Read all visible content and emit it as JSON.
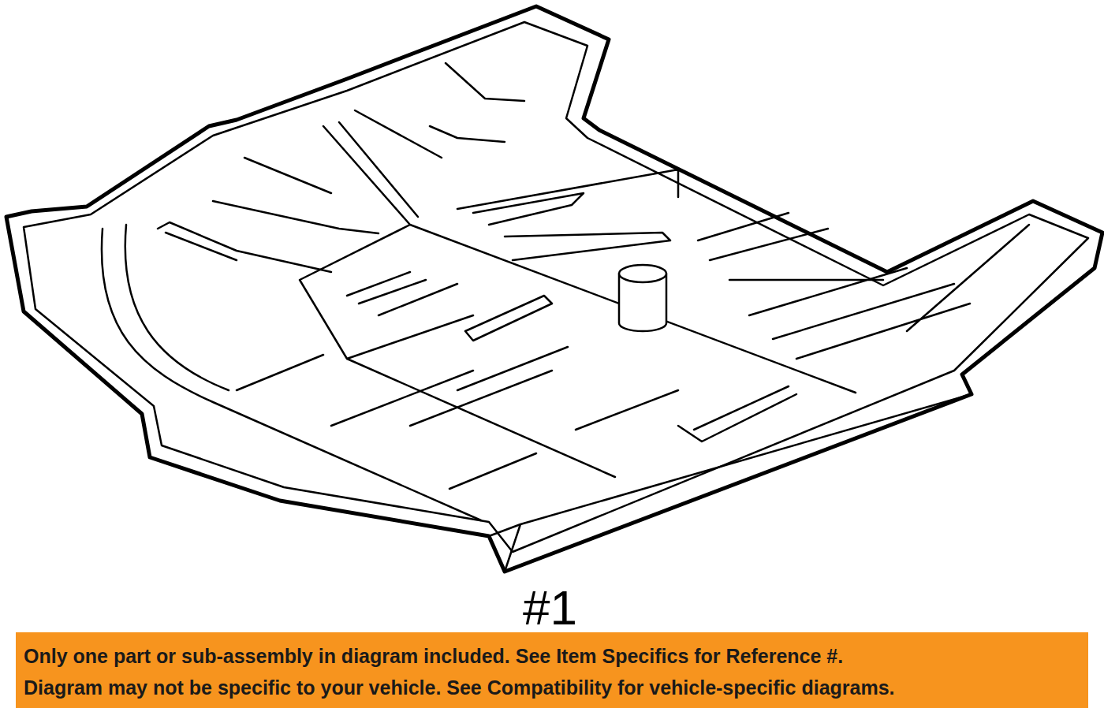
{
  "diagram": {
    "nodes": [
      {
        "text": [
          "Only one part or sub-assembly in diagram included. See Item Specifics for Reference #.",
          "Diagram may not be specific to your vehicle. See Compatibility for vehicle-specific diagrams."
        ]
      }
    ],
    "labels": [
      "#1"
    ]
  }
}
